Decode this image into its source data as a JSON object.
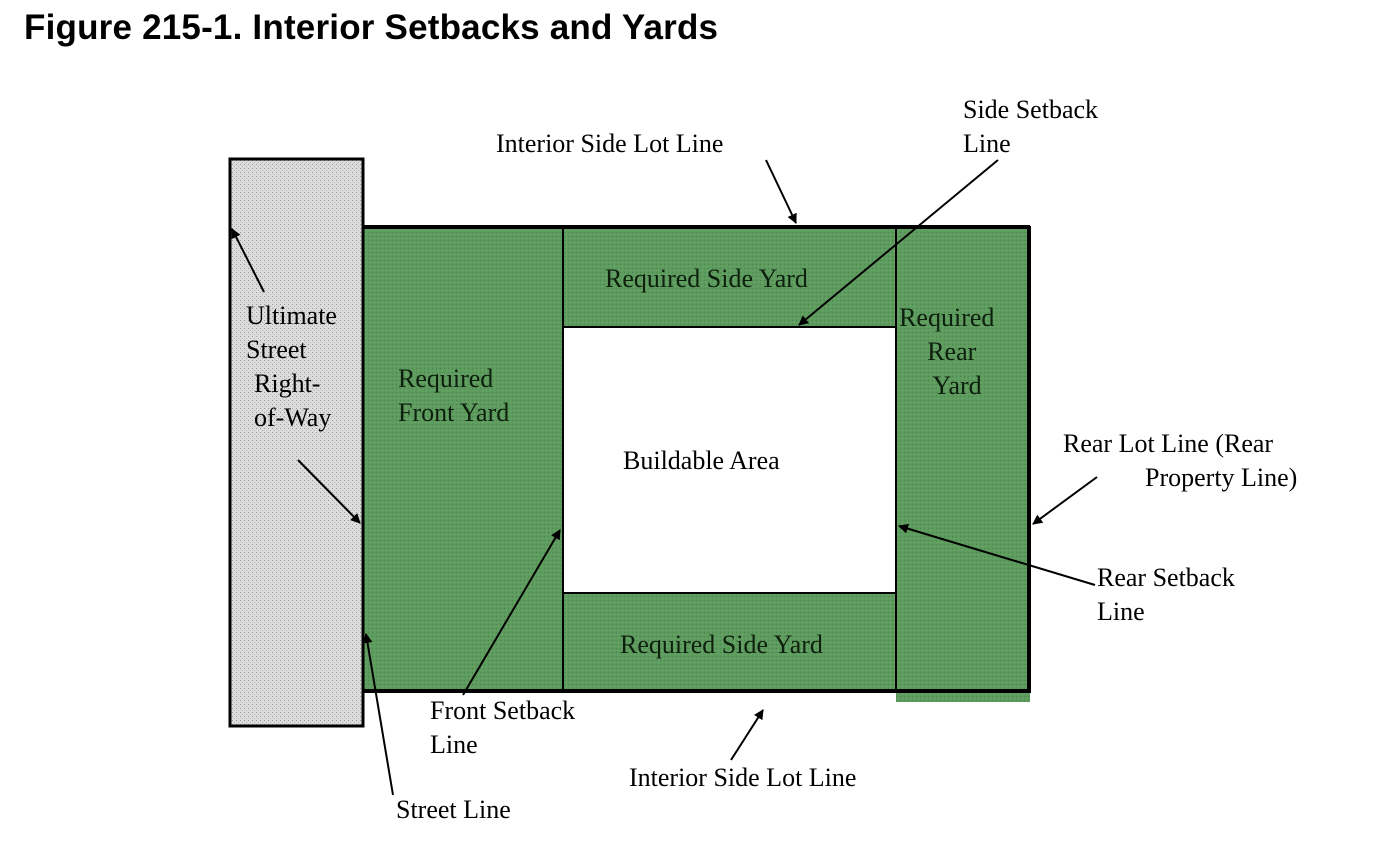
{
  "title": "Figure 215-1. Interior Setbacks and Yards",
  "colors": {
    "yard_fill": "#5e9b5e",
    "yard_pattern_dot": "#4a864a",
    "right_of_way_fill": "#dcdcdc",
    "right_of_way_dot": "#9a9a9a",
    "buildable_fill": "#ffffff",
    "line": "#000000"
  },
  "labels": {
    "interior_side_lot_line_top": "Interior Side Lot Line",
    "side_setback_line": [
      "Side Setback",
      "Line"
    ],
    "required_side_yard_top": "Required Side Yard",
    "required_rear_yard": [
      "Required",
      "Rear",
      "Yard"
    ],
    "ultimate_street_row": [
      "Ultimate",
      "Street",
      "Right-",
      "of-Way"
    ],
    "required_front_yard": [
      "Required",
      "Front Yard"
    ],
    "buildable_area": "Buildable Area",
    "rear_lot_line": [
      "Rear Lot Line (Rear",
      "Property Line)"
    ],
    "rear_setback_line": [
      "Rear Setback",
      "Line"
    ],
    "required_side_yard_bottom": "Required Side Yard",
    "front_setback_line": [
      "Front Setback",
      "Line"
    ],
    "interior_side_lot_line_bottom": "Interior Side Lot Line",
    "street_line": "Street Line"
  }
}
